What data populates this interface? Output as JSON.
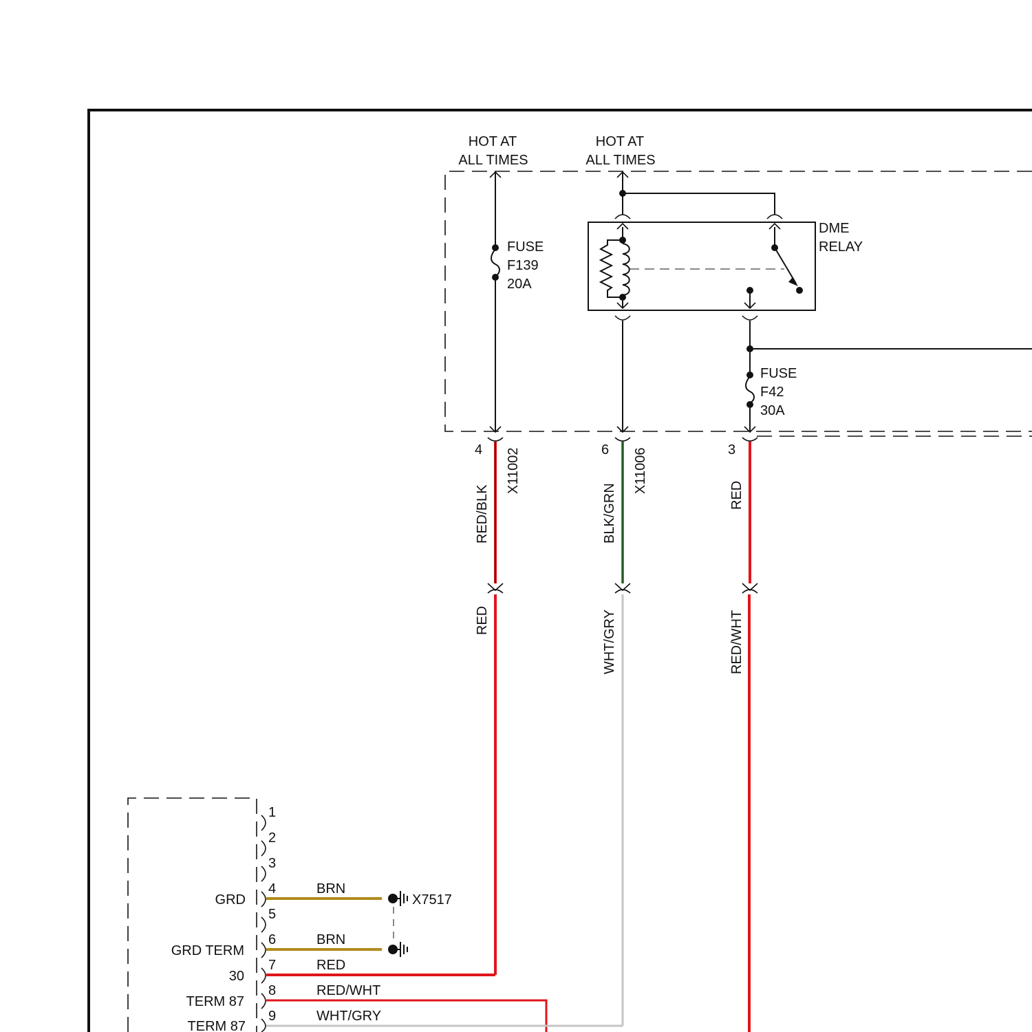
{
  "supply": {
    "left_label": [
      "HOT AT",
      "ALL TIMES"
    ],
    "right_label": [
      "HOT AT",
      "ALL TIMES"
    ]
  },
  "fuse_f139": [
    "FUSE",
    "F139",
    "20A"
  ],
  "fuse_f42": [
    "FUSE",
    "F42",
    "30A"
  ],
  "relay": [
    "DME",
    "RELAY"
  ],
  "connector_pins": {
    "pin_a": "4",
    "connector_a": "X11002",
    "wire_a_upper": "RED/BLK",
    "wire_a_lower": "RED",
    "pin_b": "6",
    "connector_b": "X11006",
    "wire_b_upper": "BLK/GRN",
    "wire_b_lower": "WHT/GRY",
    "pin_c": "3",
    "wire_c_upper": "RED",
    "wire_c_lower": "RED/WHT"
  },
  "module": {
    "pins": [
      "1",
      "2",
      "3",
      "4",
      "5",
      "6",
      "7",
      "8",
      "9"
    ],
    "pin_names": {
      "p4": "GRD",
      "p6": "GRD TERM",
      "p7": "30",
      "p8": "TERM 87",
      "p9": "TERM 87"
    },
    "wires": {
      "p4": "BRN",
      "p6": "BRN",
      "p7": "RED",
      "p8": "RED/WHT",
      "p9": "WHT/GRY"
    }
  },
  "ground": {
    "label": "X7517"
  },
  "colors": {
    "red": "#e0151b",
    "brown": "#b08a1a",
    "green": "#3aa335",
    "gray": "#c4c4c4",
    "black": "#111111"
  }
}
